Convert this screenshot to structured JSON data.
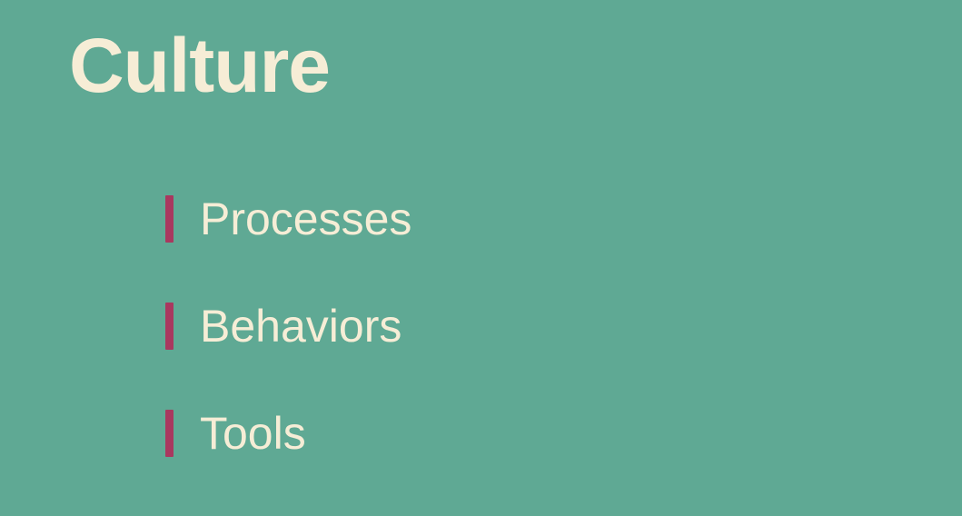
{
  "slide": {
    "title": "Culture",
    "items": [
      {
        "label": "Processes"
      },
      {
        "label": "Behaviors"
      },
      {
        "label": "Tools"
      }
    ]
  },
  "colors": {
    "background": "#5fa994",
    "text": "#f6edd6",
    "accent": "#a9385f"
  }
}
